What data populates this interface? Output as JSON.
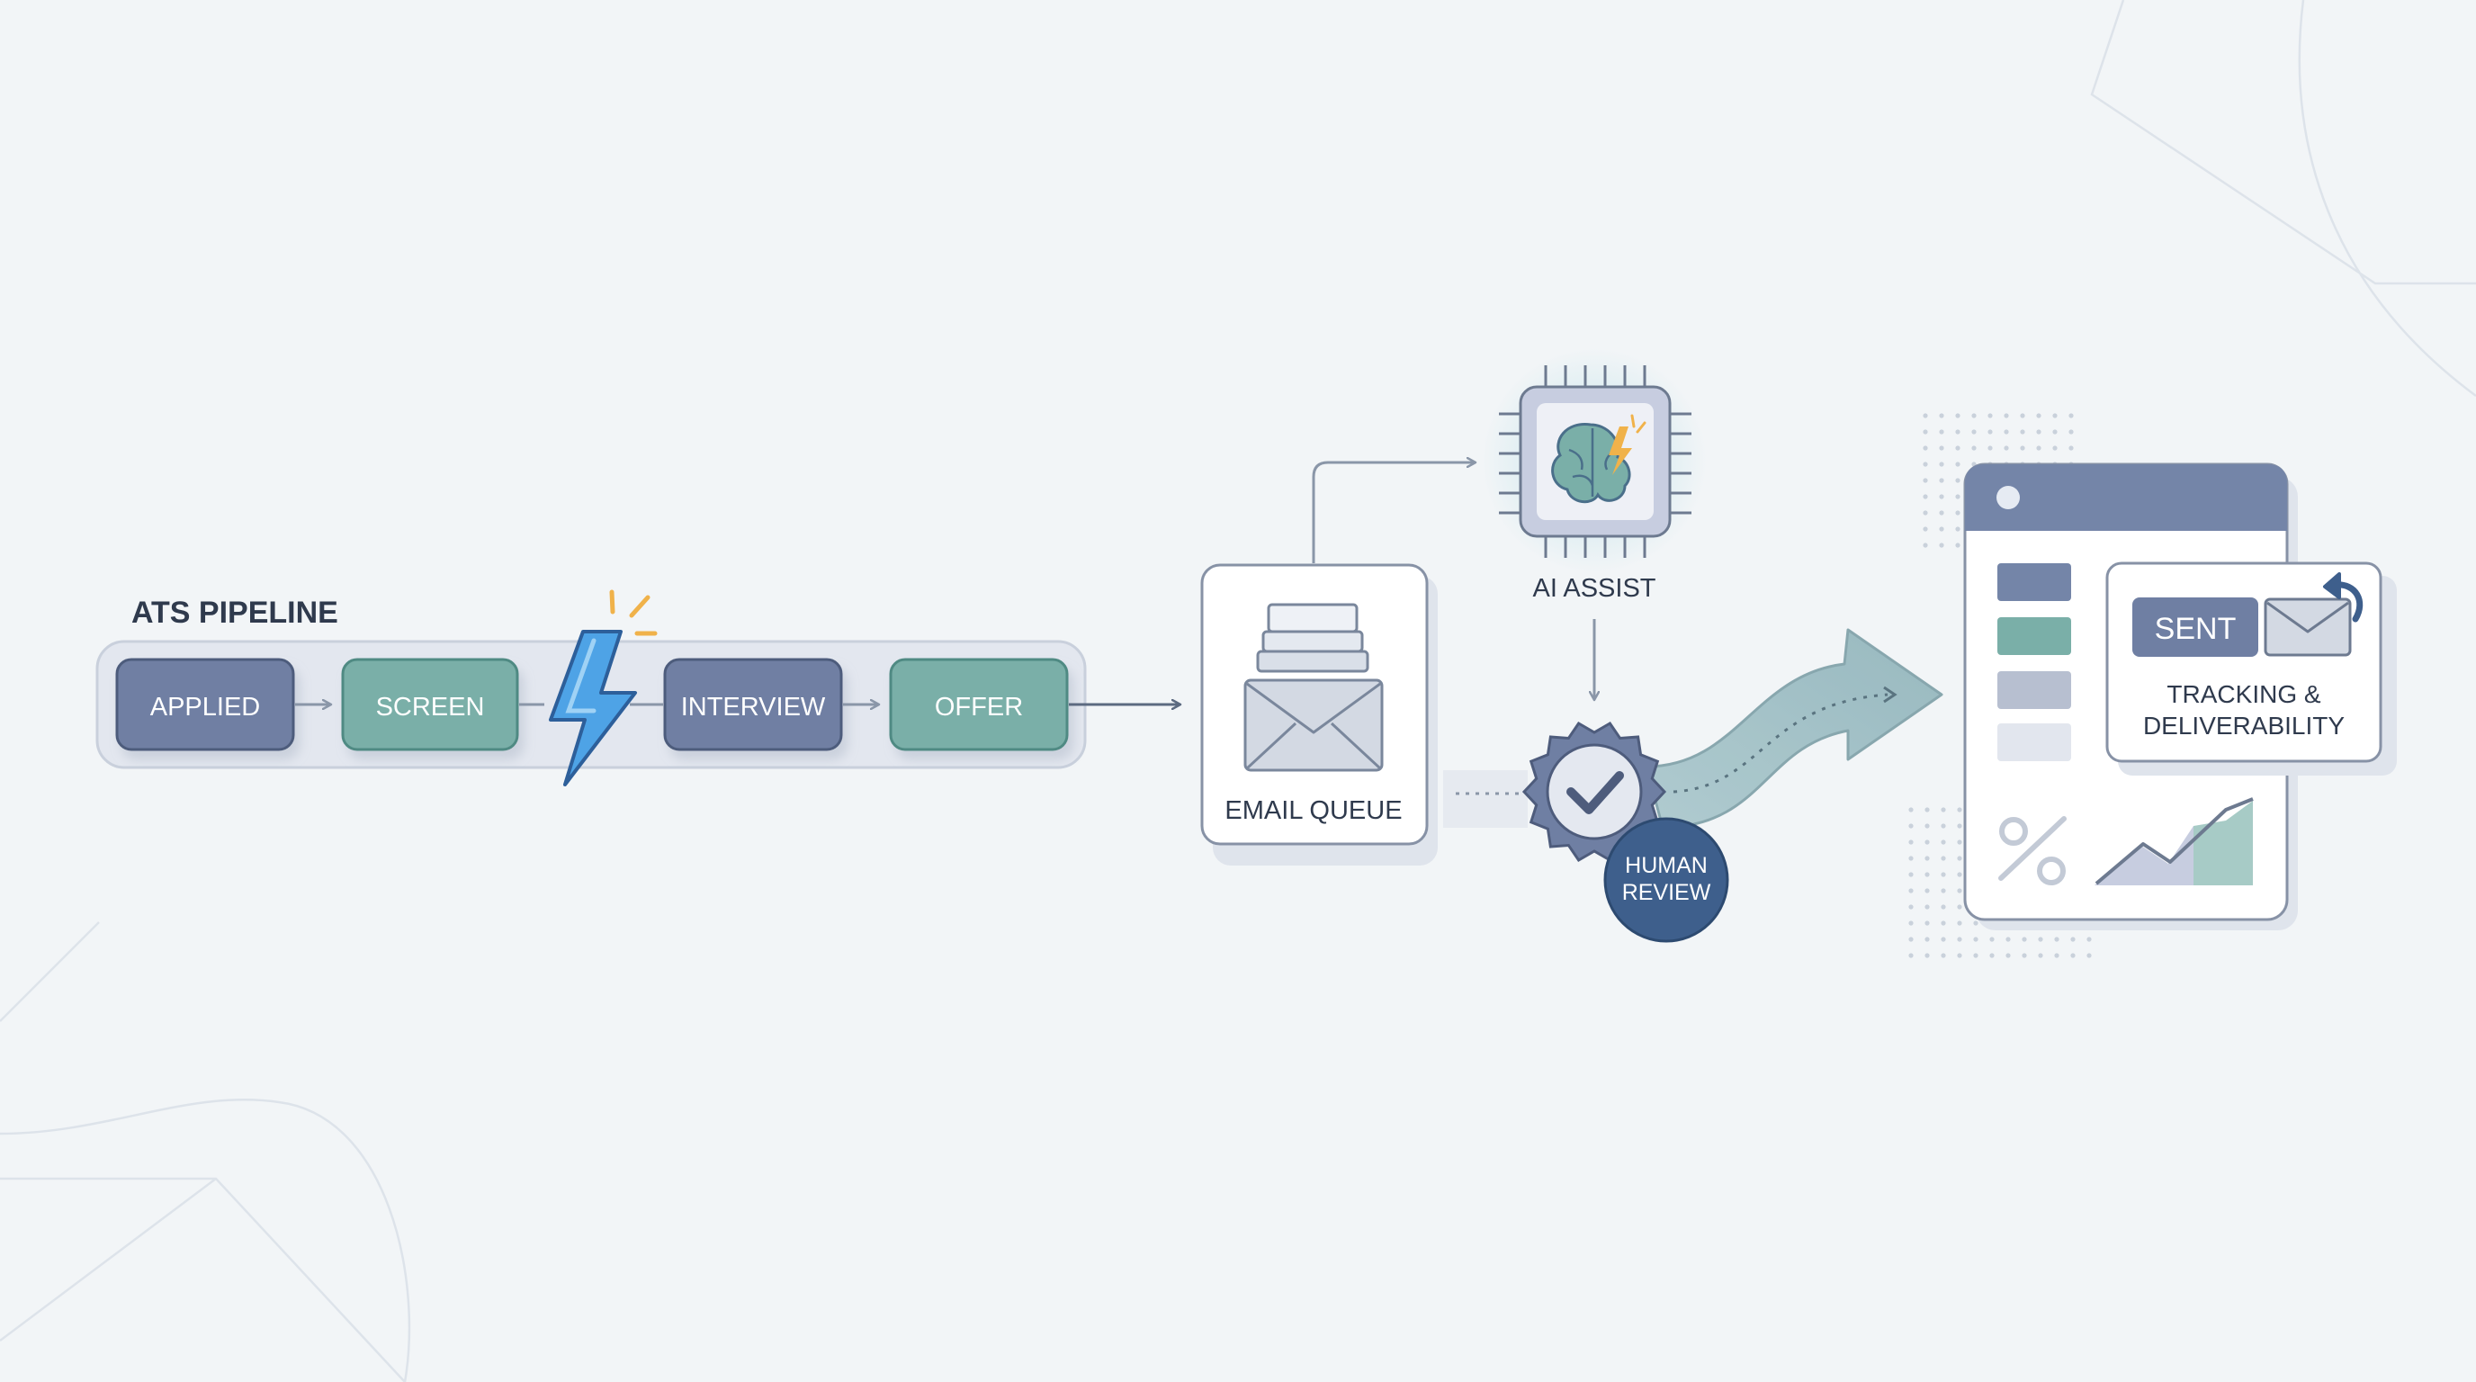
{
  "pipeline": {
    "title": "ATS PIPELINE",
    "stages": [
      {
        "label": "APPLIED",
        "color": "#6f7fa3"
      },
      {
        "label": "SCREEN",
        "color": "#7aafa8"
      },
      {
        "label": "INTERVIEW",
        "color": "#6f7fa3"
      },
      {
        "label": "OFFER",
        "color": "#7aafa8"
      }
    ]
  },
  "email_queue": {
    "label": "EMAIL QUEUE"
  },
  "ai_assist": {
    "label": "AI ASSIST"
  },
  "human_review": {
    "label_line1": "HUMAN",
    "label_line2": "REVIEW"
  },
  "dashboard": {
    "sent_label": "SENT",
    "card_line1": "TRACKING &",
    "card_line2": "DELIVERABILITY"
  },
  "colors": {
    "slate": "#6f7fa3",
    "teal": "#7aafa8",
    "navy": "#3e5f8c",
    "lightning": "#4ea3e6",
    "spark": "#f0b24a",
    "text": "#2f3a4d"
  },
  "icons": [
    "lightning-icon",
    "envelope-stack-icon",
    "brain-chip-icon",
    "check-badge-icon",
    "undo-arrow-icon",
    "percent-icon",
    "area-chart-icon"
  ]
}
